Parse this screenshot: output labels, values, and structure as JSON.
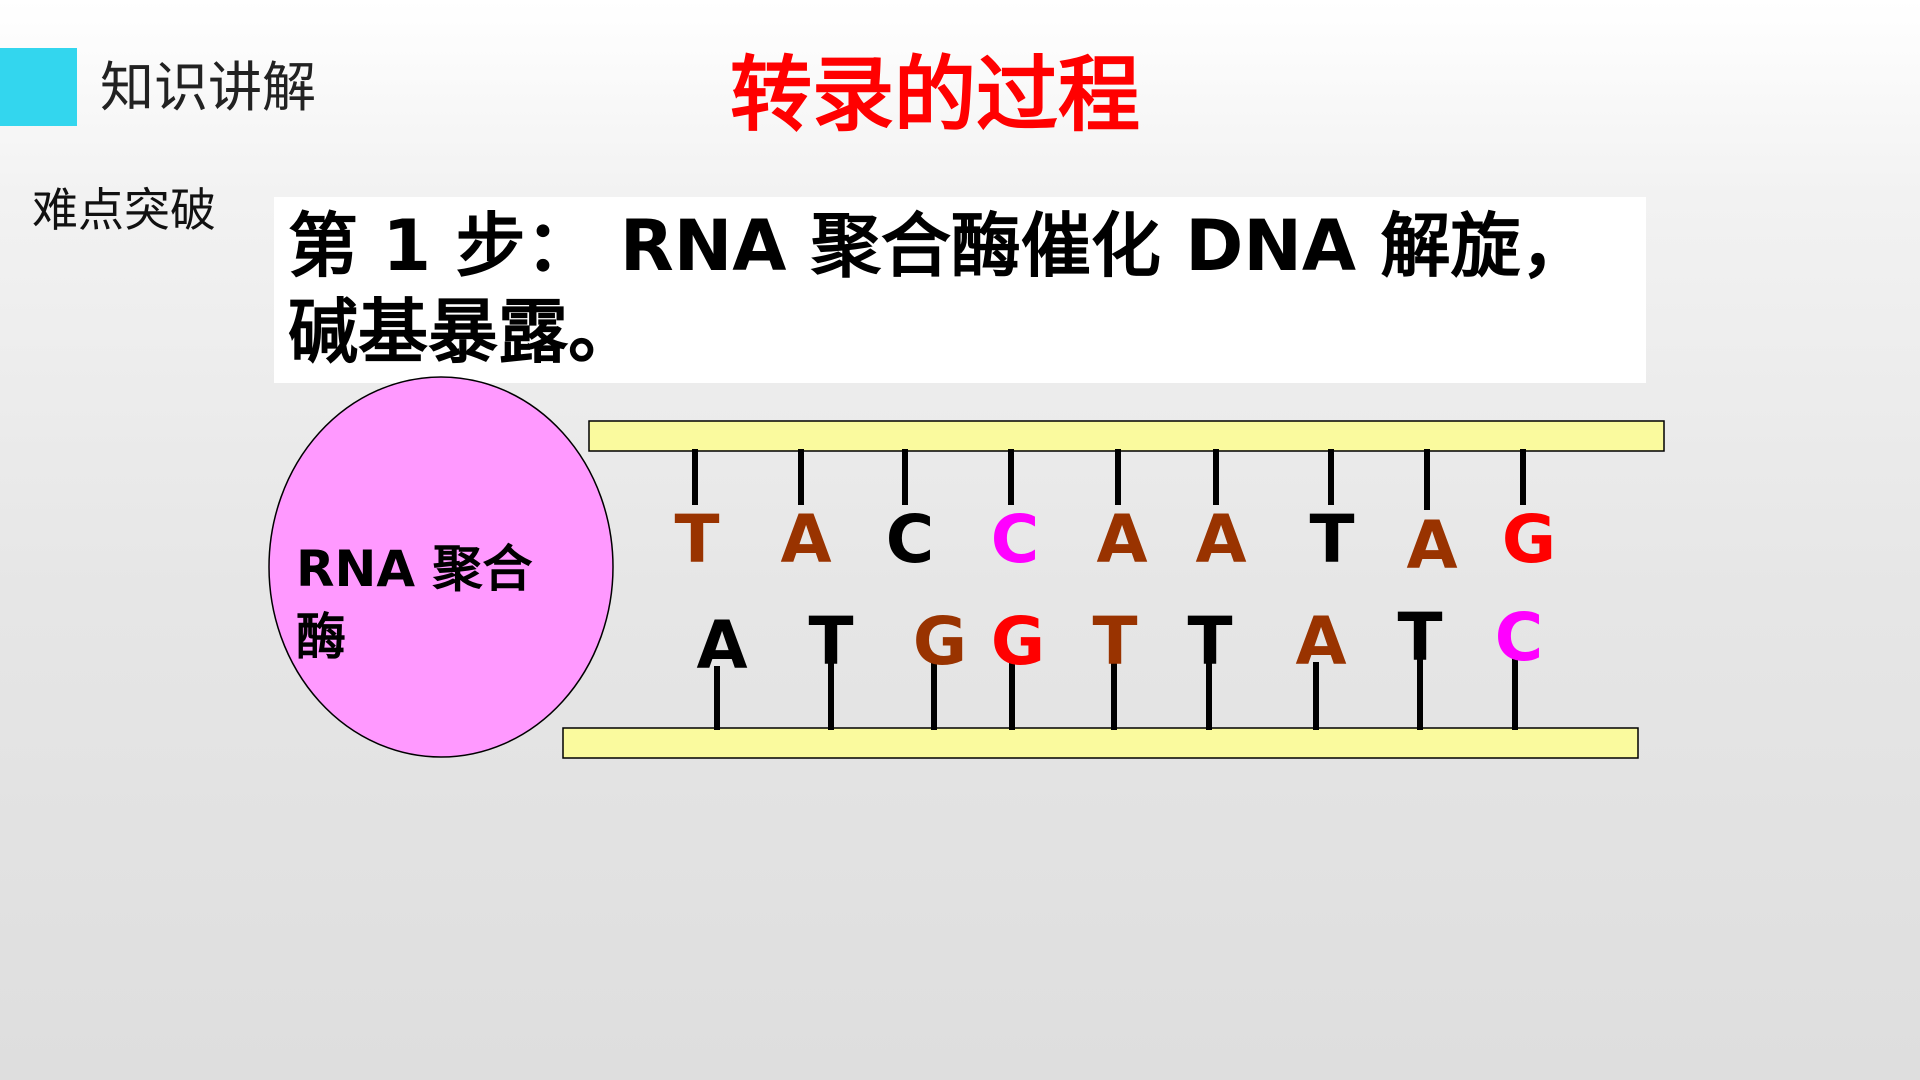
{
  "header": {
    "section_title": "知识讲解",
    "page_title": "转录的过程",
    "subsection": "难点突破"
  },
  "step": {
    "text": "第 1 步： RNA 聚合酶催化 DNA 解旋，碱基暴露。"
  },
  "enzyme": {
    "label_line1": "RNA 聚合",
    "label_line2": "酶",
    "color": "#ff99ff"
  },
  "dna": {
    "strand_color": "#fafa9e",
    "top_bases": [
      {
        "base": "T",
        "color": "#993300"
      },
      {
        "base": "A",
        "color": "#993300"
      },
      {
        "base": "C",
        "color": "#000000"
      },
      {
        "base": "C",
        "color": "#ff00ff"
      },
      {
        "base": "A",
        "color": "#993300"
      },
      {
        "base": "A",
        "color": "#993300"
      },
      {
        "base": "T",
        "color": "#000000"
      },
      {
        "base": "A",
        "color": "#993300"
      },
      {
        "base": "G",
        "color": "#ff0000"
      }
    ],
    "bottom_bases": [
      {
        "base": "A",
        "color": "#000000"
      },
      {
        "base": "T",
        "color": "#000000"
      },
      {
        "base": "G",
        "color": "#993300"
      },
      {
        "base": "G",
        "color": "#ff0000"
      },
      {
        "base": "T",
        "color": "#993300"
      },
      {
        "base": "T",
        "color": "#000000"
      },
      {
        "base": "A",
        "color": "#993300"
      },
      {
        "base": "T",
        "color": "#000000"
      },
      {
        "base": "C",
        "color": "#ff00ff"
      }
    ]
  }
}
